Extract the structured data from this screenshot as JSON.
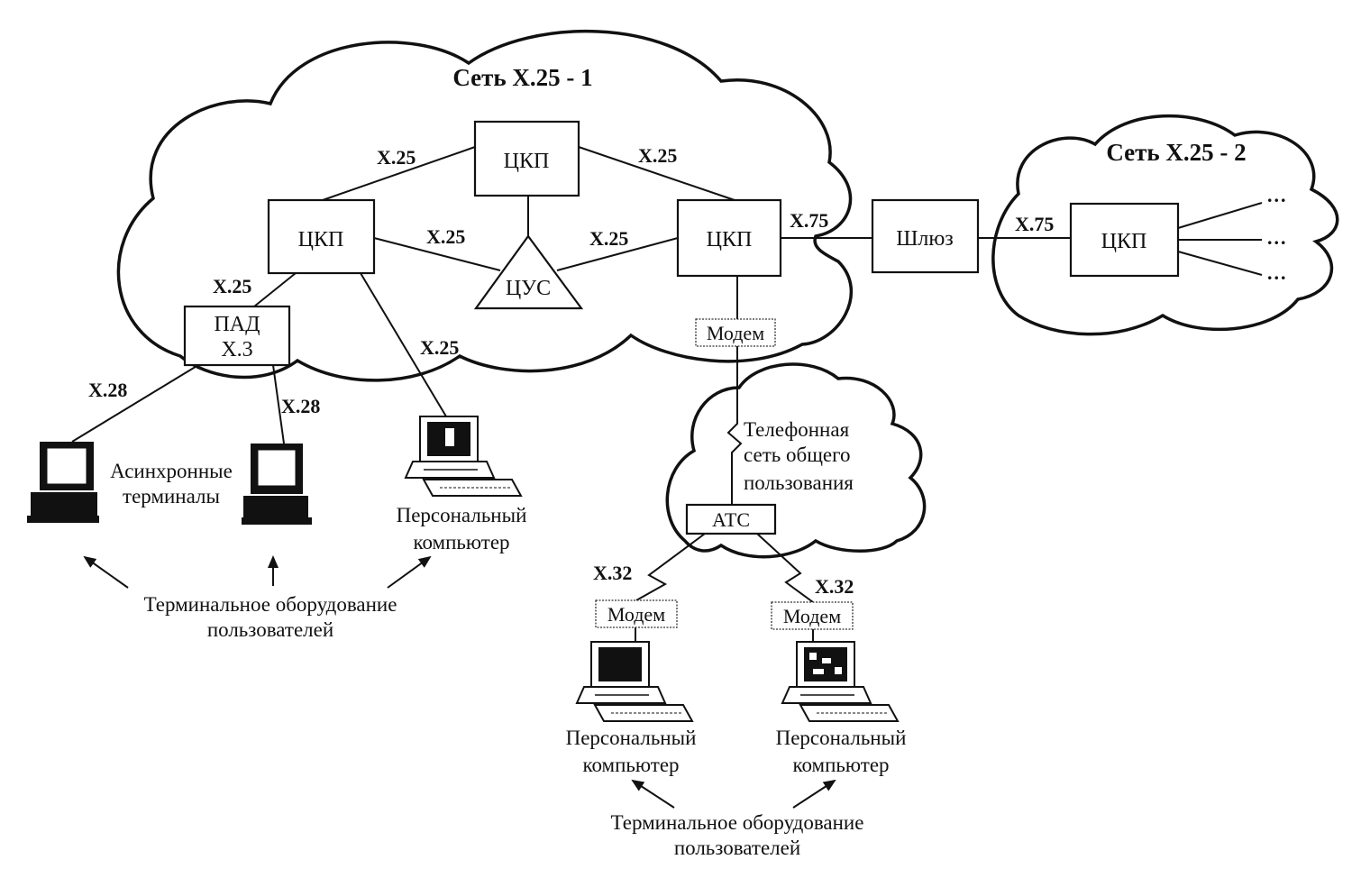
{
  "networks": {
    "x25_1": "Сеть X.25 - 1",
    "x25_2": "Сеть X.25 - 2",
    "pstn_line1": "Телефонная",
    "pstn_line2": "сеть общего",
    "pstn_line3": "пользования"
  },
  "nodes": {
    "ckp": "ЦКП",
    "cus": "ЦУС",
    "gateway": "Шлюз",
    "pad_line1": "ПАД",
    "pad_line2": "X.3",
    "modem": "Модем",
    "ats": "АТС",
    "dots": "..."
  },
  "links": {
    "x25": "X.25",
    "x75": "X.75",
    "x28": "X.28",
    "x32": "X.32"
  },
  "captions": {
    "async_line1": "Асинхронные",
    "async_line2": "терминалы",
    "pc_line1": "Персональный",
    "pc_line2": "компьютер",
    "user_equipment_line1": "Терминальное оборудование",
    "user_equipment_line2": "пользователей"
  },
  "colors": {
    "ink": "#111111",
    "background": "#ffffff"
  }
}
